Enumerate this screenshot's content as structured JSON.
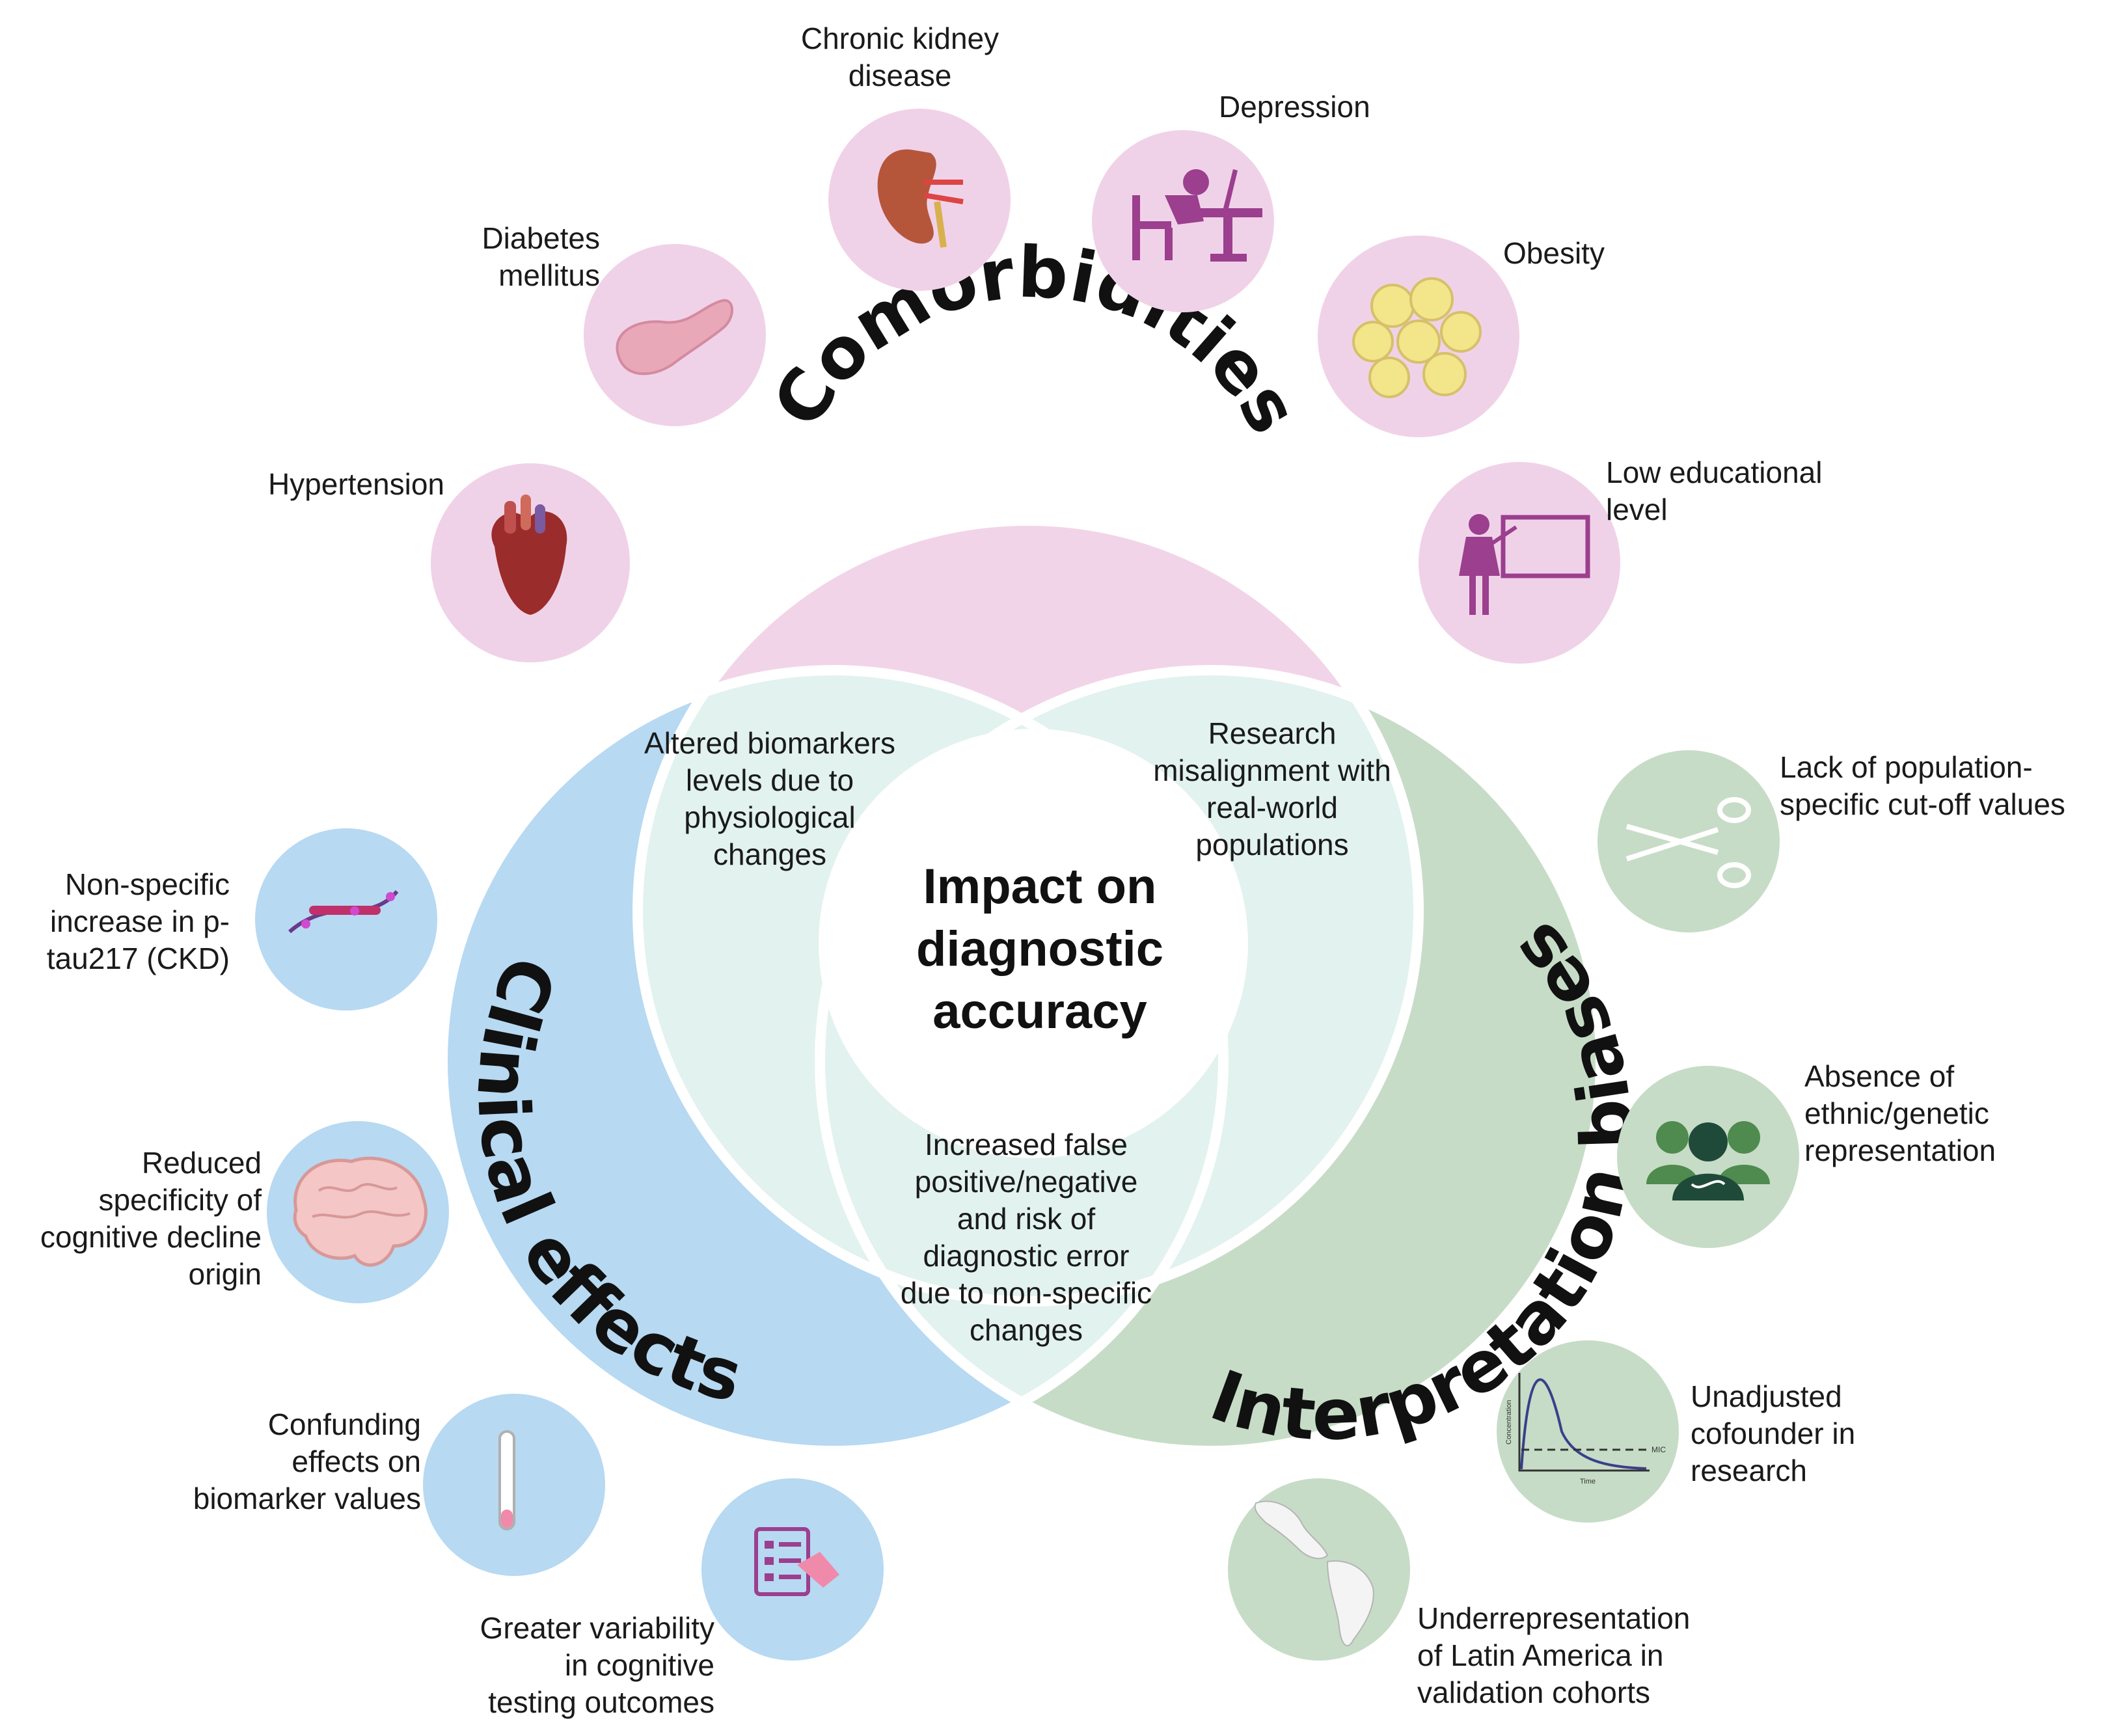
{
  "colors": {
    "comorbidities": "#f2d4e8",
    "clinical": "#b7d9f2",
    "interpretation": "#c6dcc6",
    "overlap": "#e2f2ee",
    "center": "#ffffff",
    "icon_pink": "#f0d2e8",
    "icon_blue": "#b7d9f2",
    "icon_green": "#c6dcc6"
  },
  "sections": {
    "comorbidities": "Comorbidities",
    "clinical": "Clinical effects",
    "interpretation": "Interpretation biases"
  },
  "center": {
    "line1": "Impact on",
    "line2": "diagnostic",
    "line3": "accuracy"
  },
  "overlaps": {
    "comorbid_clinical": [
      "Altered biomarkers",
      "levels due to",
      "physiological",
      "changes"
    ],
    "comorbid_interp": [
      "Research",
      "misalignment with",
      "real-world",
      "populations"
    ],
    "clinical_interp": [
      "Increased false",
      "positive/negative",
      "and risk of",
      "diagnostic error",
      "due to non-specific",
      "changes"
    ]
  },
  "comorbidities": [
    {
      "id": "hypertension",
      "label": [
        "Hypertension"
      ],
      "icon": "heart-icon"
    },
    {
      "id": "diabetes",
      "label": [
        "Diabetes",
        "mellitus"
      ],
      "icon": "pancreas-icon"
    },
    {
      "id": "ckd",
      "label": [
        "Chronic kidney",
        "disease"
      ],
      "icon": "kidney-icon"
    },
    {
      "id": "depression",
      "label": [
        "Depression"
      ],
      "icon": "depressed-person-icon"
    },
    {
      "id": "obesity",
      "label": [
        "Obesity"
      ],
      "icon": "fat-cells-icon"
    },
    {
      "id": "education",
      "label": [
        "Low educational",
        "level"
      ],
      "icon": "teacher-icon"
    }
  ],
  "clinical_effects": [
    {
      "id": "ptau",
      "label": [
        "Non-specific",
        "increase in p-",
        "tau217 (CKD)"
      ],
      "icon": "protein-chain-icon"
    },
    {
      "id": "specificity",
      "label": [
        "Reduced",
        "specificity of",
        "cognitive decline",
        "origin"
      ],
      "icon": "brain-icon"
    },
    {
      "id": "confounding",
      "label": [
        "Confunding",
        "effects on",
        "biomarker values"
      ],
      "icon": "test-tube-icon"
    },
    {
      "id": "variability",
      "label": [
        "Greater variability",
        "in cognitive",
        "testing outcomes"
      ],
      "icon": "checklist-icon"
    }
  ],
  "interpretation_biases": [
    {
      "id": "cutoff",
      "label": [
        "Lack of population-",
        "specific cut-off values"
      ],
      "icon": "scissors-icon"
    },
    {
      "id": "ethnic",
      "label": [
        "Absence of",
        "ethnic/genetic",
        "representation"
      ],
      "icon": "people-dna-icon"
    },
    {
      "id": "cofounder",
      "label": [
        "Unadjusted",
        "cofounder in",
        "research"
      ],
      "icon": "concentration-curve-icon"
    },
    {
      "id": "latam",
      "label": [
        "Underrepresentation",
        "of Latin America in",
        "validation cohorts"
      ],
      "icon": "americas-map-icon"
    }
  ],
  "curve_labels": {
    "y": "Concentration",
    "x": "Time",
    "threshold": "MIC"
  }
}
